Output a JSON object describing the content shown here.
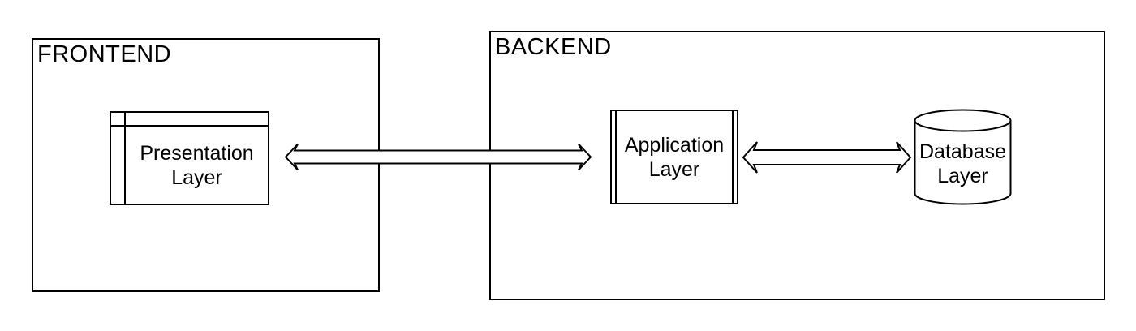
{
  "diagram": {
    "background_color": "#ffffff",
    "stroke_color": "#000000",
    "shape_fill_color": "#ffffff",
    "groups": [
      {
        "id": "frontend",
        "label": "FRONTEND"
      },
      {
        "id": "backend",
        "label": "BACKEND"
      }
    ],
    "nodes": [
      {
        "id": "presentation-layer",
        "label": "Presentation\nLayer",
        "shape": "browser-window",
        "group": "frontend"
      },
      {
        "id": "application-layer",
        "label": "Application\nLayer",
        "shape": "predefined-process",
        "group": "backend"
      },
      {
        "id": "database-layer",
        "label": "Database\nLayer",
        "shape": "cylinder",
        "group": "backend"
      }
    ],
    "connectors": [
      {
        "from": "presentation-layer",
        "to": "application-layer",
        "style": "double-headed-outline-arrow"
      },
      {
        "from": "application-layer",
        "to": "database-layer",
        "style": "double-headed-outline-arrow"
      }
    ]
  }
}
